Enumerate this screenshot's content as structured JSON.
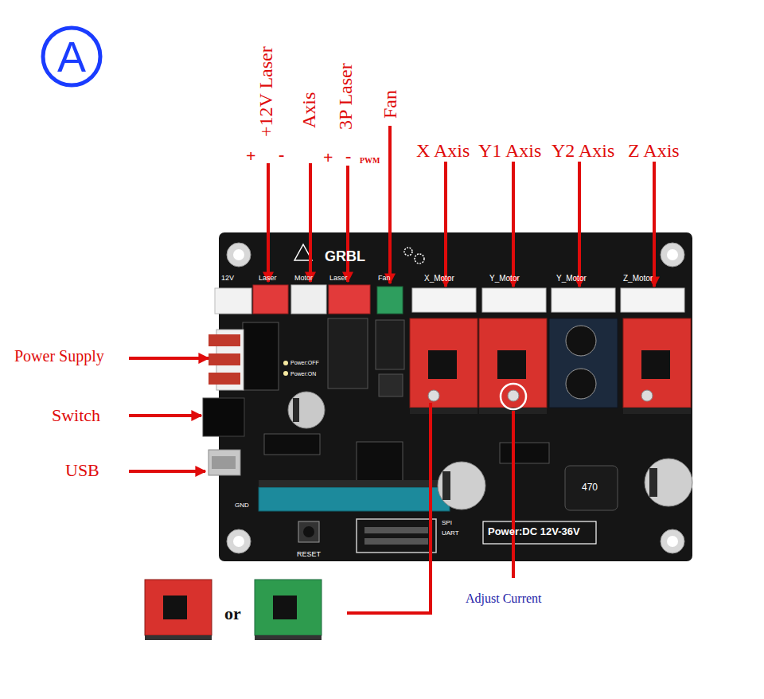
{
  "diagram": {
    "nodes": [
      {
        "text": [
          "A"
        ]
      },
      {
        "text": [
          "12V",
          "Laser",
          "Motor",
          "Laser",
          "Fan",
          "X_Motor",
          "Y_Motor",
          "Y_Motor",
          "Z_Motor",
          "GRBL",
          "Power:OFF",
          "Power:ON",
          "RESET",
          "SPI",
          "UART",
          "Power:DC 12V-36V",
          "GND"
        ]
      }
    ],
    "labels": [
      "+12V Laser",
      "Axis",
      "3P Laser",
      "Fan",
      "+",
      "-",
      "+",
      "-",
      "PWM",
      "X Axis",
      "Y1 Axis",
      "Y2 Axis",
      "Z Axis",
      "Power Supply",
      "Switch",
      "USB",
      "Adjust Current",
      "or",
      "470"
    ]
  }
}
